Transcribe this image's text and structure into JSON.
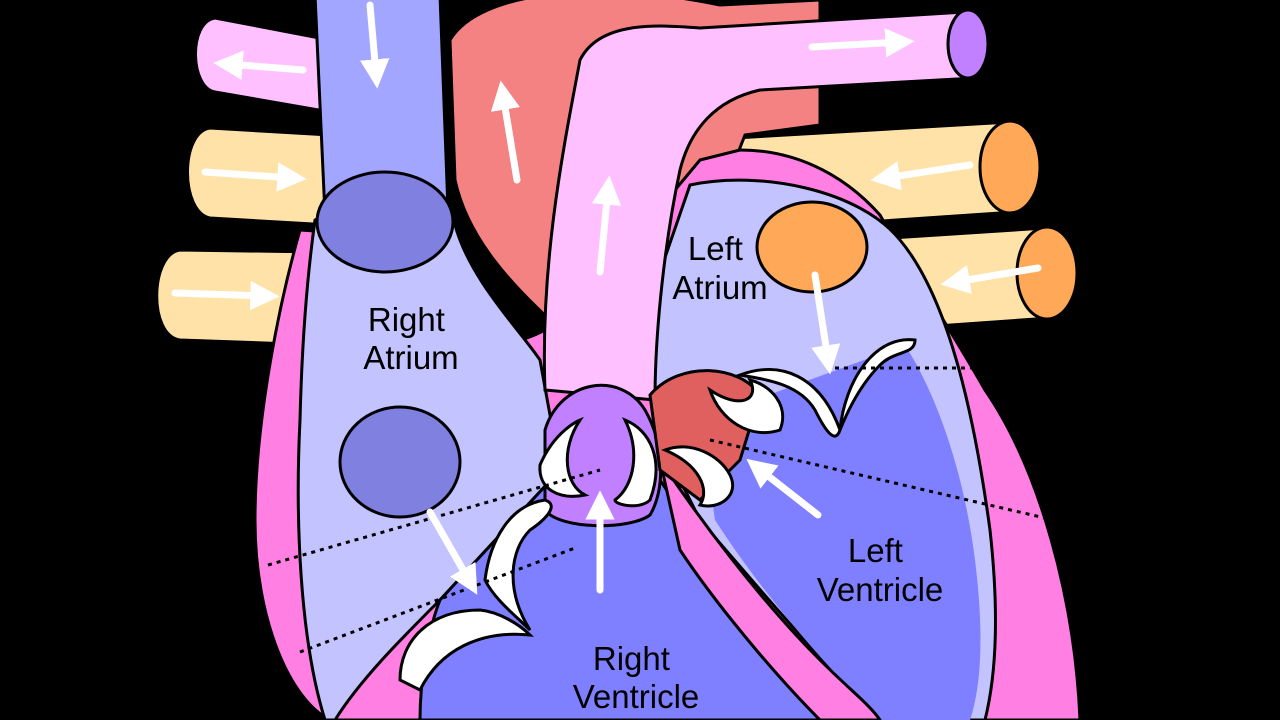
{
  "labels": {
    "right_atrium": [
      "Right",
      "Atrium"
    ],
    "left_atrium": [
      "Left",
      "Atrium"
    ],
    "right_ventricle": [
      "Right",
      "Ventricle"
    ],
    "left_ventricle": [
      "Left",
      "Ventricle"
    ]
  },
  "colors": {
    "background": "#000000",
    "deoxygenated_vessel": "#a3a6ff",
    "vena_cava_opening": "#7f80e0",
    "right_atrium_fill": "#c3c3ff",
    "right_ventricle_fill": "#7f80ff",
    "heart_wall": "#ff7fe3",
    "aorta": "#f48282",
    "pulmonary_artery": "#ffc0ff",
    "pulmonary_valve": "#c080ff",
    "pulmonary_vein": "#ffe2a8",
    "pulmonary_vein_opening": "#ffa858",
    "left_atrium_fill": "#c3c3ff",
    "aortic_valve": "#e06060",
    "valve_leaflet": "#ffffff",
    "arrow": "#ffffff"
  }
}
